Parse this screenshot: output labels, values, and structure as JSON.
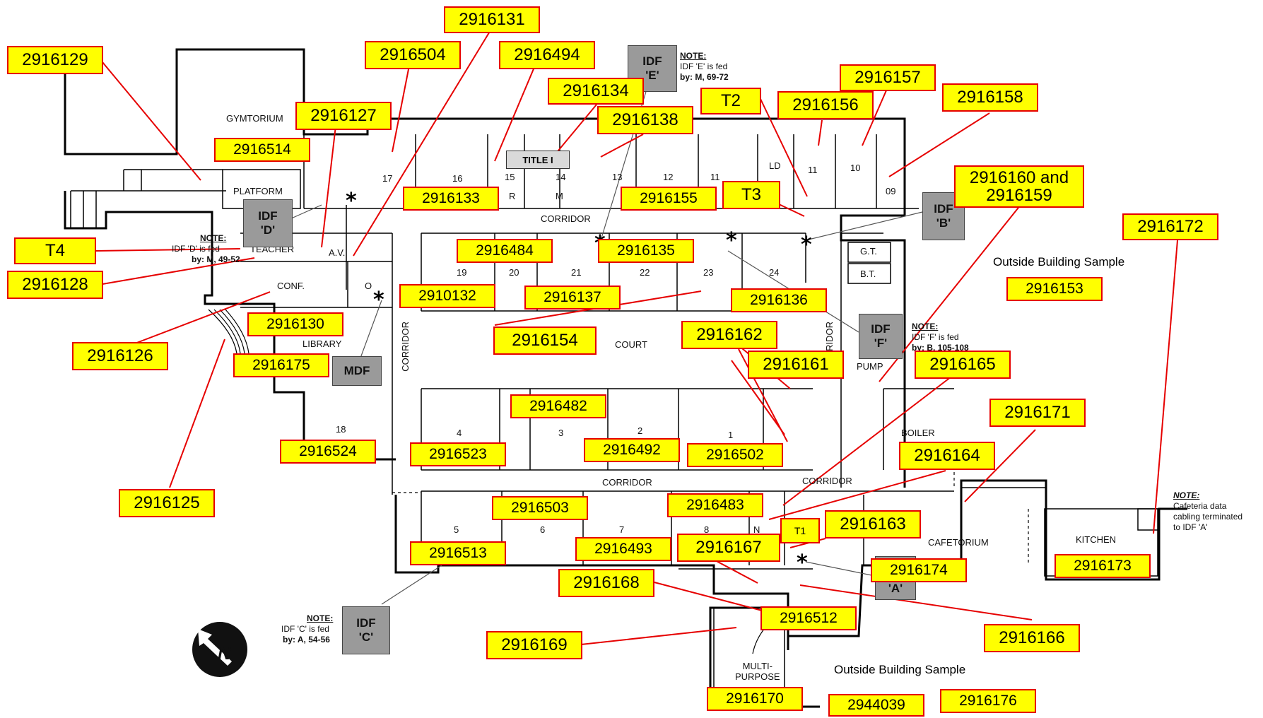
{
  "sample_labels": [
    {
      "id": "s2916129",
      "text": "2916129"
    },
    {
      "id": "s2916131",
      "text": "2916131"
    },
    {
      "id": "s2916504",
      "text": "2916504"
    },
    {
      "id": "s2916494",
      "text": "2916494"
    },
    {
      "id": "s2916134",
      "text": "2916134"
    },
    {
      "id": "s2916157",
      "text": "2916157"
    },
    {
      "id": "s2916156",
      "text": "2916156"
    },
    {
      "id": "s2916158",
      "text": "2916158"
    },
    {
      "id": "s2916138",
      "text": "2916138"
    },
    {
      "id": "sT2",
      "text": "T2"
    },
    {
      "id": "s2916127",
      "text": "2916127"
    },
    {
      "id": "s2916514",
      "text": "2916514"
    },
    {
      "id": "s2916133",
      "text": "2916133"
    },
    {
      "id": "s2916155",
      "text": "2916155"
    },
    {
      "id": "sT3",
      "text": "T3"
    },
    {
      "id": "s2916160",
      "text": "2916160 and\n2916159"
    },
    {
      "id": "s2916172",
      "text": "2916172"
    },
    {
      "id": "sT4",
      "text": "T4"
    },
    {
      "id": "s2916484",
      "text": "2916484"
    },
    {
      "id": "s2916135",
      "text": "2916135"
    },
    {
      "id": "s2916128",
      "text": "2916128"
    },
    {
      "id": "s2910132",
      "text": "2910132"
    },
    {
      "id": "s2916137",
      "text": "2916137"
    },
    {
      "id": "s2916136",
      "text": "2916136"
    },
    {
      "id": "s2916153",
      "text": "2916153"
    },
    {
      "id": "s2916130",
      "text": "2916130"
    },
    {
      "id": "s2916154",
      "text": "2916154"
    },
    {
      "id": "s2916162",
      "text": "2916162"
    },
    {
      "id": "s2916126",
      "text": "2916126"
    },
    {
      "id": "s2916175",
      "text": "2916175"
    },
    {
      "id": "s2916161",
      "text": "2916161"
    },
    {
      "id": "s2916165",
      "text": "2916165"
    },
    {
      "id": "s2916482",
      "text": "2916482"
    },
    {
      "id": "s2916171",
      "text": "2916171"
    },
    {
      "id": "s2916524",
      "text": "2916524"
    },
    {
      "id": "s2916523",
      "text": "2916523"
    },
    {
      "id": "s2916492",
      "text": "2916492"
    },
    {
      "id": "s2916502",
      "text": "2916502"
    },
    {
      "id": "s2916164",
      "text": "2916164"
    },
    {
      "id": "s2916125",
      "text": "2916125"
    },
    {
      "id": "s2916503",
      "text": "2916503"
    },
    {
      "id": "s2916483",
      "text": "2916483"
    },
    {
      "id": "s2916163",
      "text": "2916163"
    },
    {
      "id": "sT1",
      "text": "T1"
    },
    {
      "id": "s2916513",
      "text": "2916513"
    },
    {
      "id": "s2916493",
      "text": "2916493"
    },
    {
      "id": "s2916167",
      "text": "2916167"
    },
    {
      "id": "s2916174",
      "text": "2916174"
    },
    {
      "id": "s2916173",
      "text": "2916173"
    },
    {
      "id": "s2916168",
      "text": "2916168"
    },
    {
      "id": "s2916512",
      "text": "2916512"
    },
    {
      "id": "s2916166",
      "text": "2916166"
    },
    {
      "id": "s2916169",
      "text": "2916169"
    },
    {
      "id": "s2916170",
      "text": "2916170"
    },
    {
      "id": "s2944039",
      "text": "2944039"
    },
    {
      "id": "s2916176",
      "text": "2916176"
    }
  ],
  "rooms": [
    {
      "id": "gymtorium",
      "text": "GYMTORIUM"
    },
    {
      "id": "platform",
      "text": "PLATFORM"
    },
    {
      "id": "r17",
      "text": "17"
    },
    {
      "id": "r16",
      "text": "16"
    },
    {
      "id": "r15",
      "text": "15"
    },
    {
      "id": "r15r",
      "text": "R"
    },
    {
      "id": "r14",
      "text": "14"
    },
    {
      "id": "r14m",
      "text": "M"
    },
    {
      "id": "r13",
      "text": "13"
    },
    {
      "id": "r12",
      "text": "12"
    },
    {
      "id": "r11a",
      "text": "11"
    },
    {
      "id": "ld",
      "text": "LD"
    },
    {
      "id": "r11b",
      "text": "11"
    },
    {
      "id": "r10",
      "text": "10"
    },
    {
      "id": "r09",
      "text": "09"
    },
    {
      "id": "corridor_top",
      "text": "CORRIDOR"
    },
    {
      "id": "teacher",
      "text": "TEACHER"
    },
    {
      "id": "av",
      "text": "A.V."
    },
    {
      "id": "conf",
      "text": "CONF."
    },
    {
      "id": "o",
      "text": "O"
    },
    {
      "id": "r19",
      "text": "19"
    },
    {
      "id": "r20",
      "text": "20"
    },
    {
      "id": "r21",
      "text": "21"
    },
    {
      "id": "r22",
      "text": "22"
    },
    {
      "id": "r23",
      "text": "23"
    },
    {
      "id": "r24",
      "text": "24"
    },
    {
      "id": "gt",
      "text": "G.T."
    },
    {
      "id": "bt",
      "text": "B.T."
    },
    {
      "id": "library",
      "text": "LIBRARY"
    },
    {
      "id": "corridor_vert",
      "text": "CORRIDOR"
    },
    {
      "id": "court",
      "text": "COURT"
    },
    {
      "id": "corridor_vert2",
      "text": "RIDOR"
    },
    {
      "id": "pump",
      "text": "PUMP"
    },
    {
      "id": "boiler",
      "text": "BOILER"
    },
    {
      "id": "r18",
      "text": "18"
    },
    {
      "id": "r4",
      "text": "4"
    },
    {
      "id": "r3",
      "text": "3"
    },
    {
      "id": "r2",
      "text": "2"
    },
    {
      "id": "r1",
      "text": "1"
    },
    {
      "id": "corridor_bottom",
      "text": "CORRIDOR"
    },
    {
      "id": "corridor_bottom2",
      "text": "CORRIDOR"
    },
    {
      "id": "r5",
      "text": "5"
    },
    {
      "id": "r6",
      "text": "6"
    },
    {
      "id": "r7",
      "text": "7"
    },
    {
      "id": "r8",
      "text": "8"
    },
    {
      "id": "rn",
      "text": "N"
    },
    {
      "id": "cafetorium",
      "text": "CAFETORIUM"
    },
    {
      "id": "kitchen",
      "text": "KITCHEN"
    },
    {
      "id": "multipurpose",
      "text": "MULTI-\nPURPOSE"
    }
  ],
  "equipment": [
    {
      "id": "idf_e",
      "text": "IDF\n'E'"
    },
    {
      "id": "idf_d",
      "text": "IDF\n'D'"
    },
    {
      "id": "idf_b",
      "text": "IDF\n'B'"
    },
    {
      "id": "idf_f",
      "text": "IDF\n'F'"
    },
    {
      "id": "mdf",
      "text": "MDF"
    },
    {
      "id": "idf_c",
      "text": "IDF\n'C'"
    },
    {
      "id": "idf_a",
      "text": "'A'"
    },
    {
      "id": "title_i",
      "text": "TITLE I"
    }
  ],
  "notes": {
    "note_e": {
      "heading": "NOTE:",
      "line1": "IDF 'E' is fed",
      "line2": "by: M, 69-72"
    },
    "note_d": {
      "heading": "NOTE:",
      "line1": "IDF 'D' is fed",
      "line2": "by: M, 49-52"
    },
    "note_f": {
      "heading": "NOTE:",
      "line1": "IDF 'F' is fed",
      "line2": "by: B, 105-108"
    },
    "note_c": {
      "heading": "NOTE:",
      "line1": "IDF 'C' is fed",
      "line2": "by: A, 54-56"
    },
    "note_caf": {
      "heading": "NOTE:",
      "line1": "Cafeteria data",
      "line2": "cabling terminated",
      "line3": "to IDF 'A'"
    }
  },
  "outside_labels": {
    "outside_1": "Outside Building Sample",
    "outside_2": "Outside Building Sample"
  },
  "compass": {
    "letter": "N",
    "icon": "north-arrow-icon"
  },
  "colors": {
    "label_fill": "#ffff00",
    "label_border": "#e60000",
    "leader_line": "#e60000",
    "equipment_fill": "#9a9a9a"
  }
}
